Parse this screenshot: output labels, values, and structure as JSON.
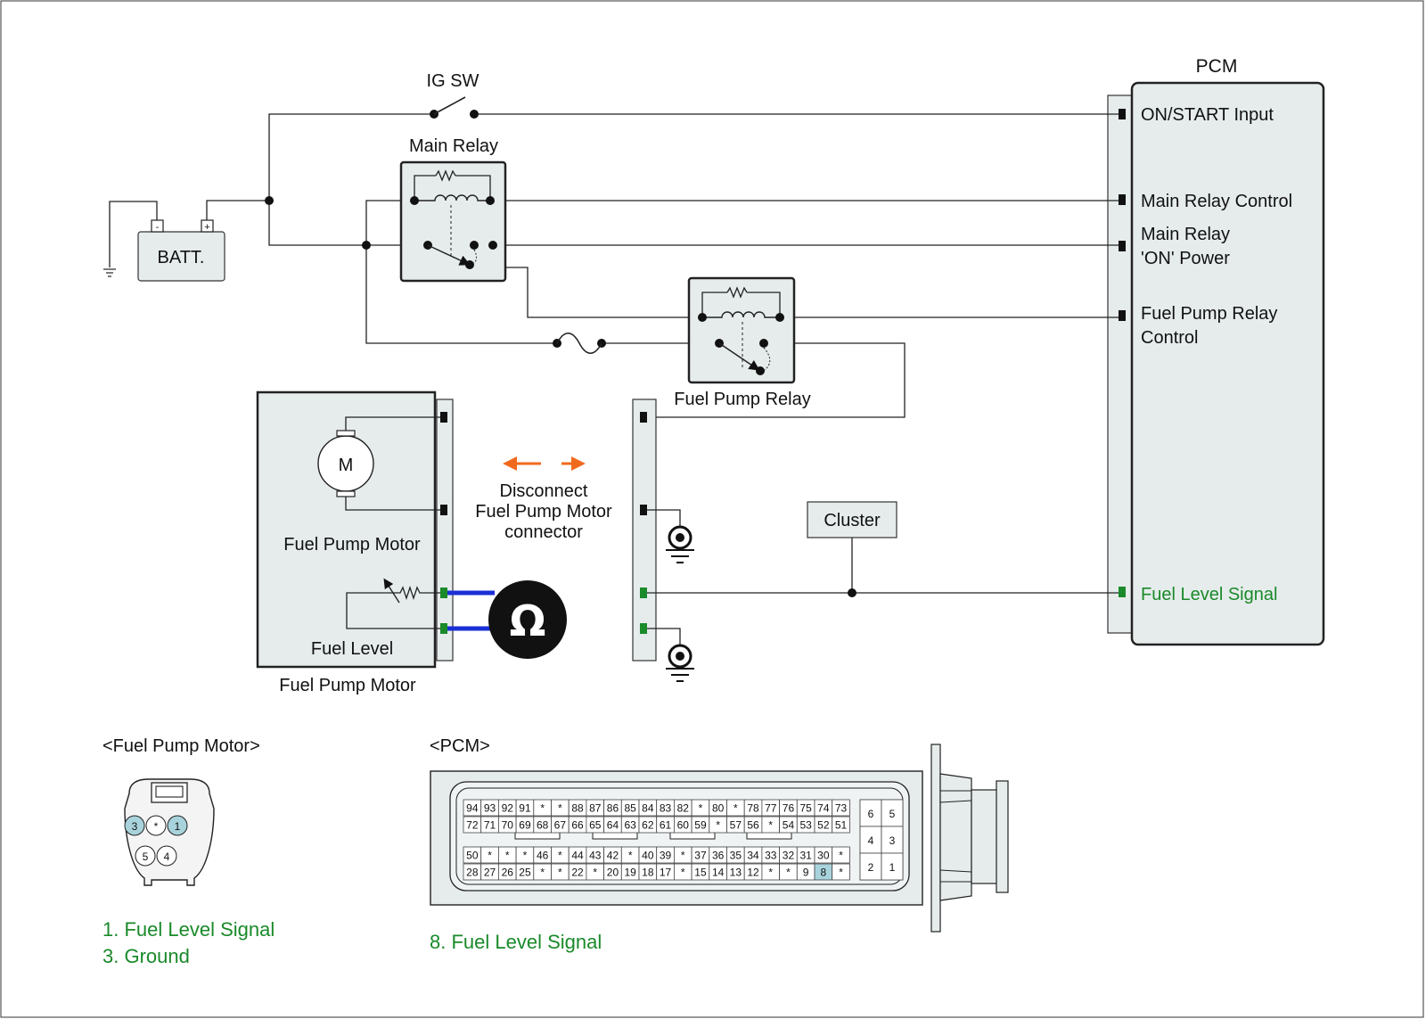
{
  "labels": {
    "ig_sw": "IG SW",
    "pcm": "PCM",
    "main_relay": "Main Relay",
    "battery": "BATT.",
    "batt_minus": "-",
    "batt_plus": "+",
    "fuel_pump_relay": "Fuel Pump Relay",
    "motor_symbol": "M",
    "fuel_pump_motor_inner": "Fuel Pump Motor",
    "fuel_level_inner": "Fuel Level",
    "fuel_pump_motor_caption": "Fuel Pump Motor",
    "disconnect_line1": "Disconnect",
    "disconnect_line2": "Fuel Pump Motor",
    "disconnect_line3": "connector",
    "cluster": "Cluster",
    "ohm_symbol": "Ω"
  },
  "pcm_pins": {
    "on_start_input": "ON/START Input",
    "main_relay_control": "Main Relay Control",
    "main_relay_on_power_1": "Main Relay",
    "main_relay_on_power_2": "'ON' Power",
    "fuel_pump_relay_control_1": "Fuel Pump Relay",
    "fuel_pump_relay_control_2": "Control",
    "fuel_level_signal": "Fuel Level Signal"
  },
  "connectors": {
    "fpm_title": "<Fuel Pump Motor>",
    "fpm_pins": [
      "3",
      "*",
      "1",
      "5",
      "4"
    ],
    "fpm_note_1": "1. Fuel Level Signal",
    "fpm_note_2": "3. Ground",
    "pcm_title": "<PCM>",
    "pcm_note": "8. Fuel Level Signal",
    "pcm_row1": [
      "94",
      "93",
      "92",
      "91",
      "*",
      "*",
      "88",
      "87",
      "86",
      "85",
      "84",
      "83",
      "82",
      "*",
      "80",
      "*",
      "78",
      "77",
      "76",
      "75",
      "74",
      "73"
    ],
    "pcm_row2": [
      "72",
      "71",
      "70",
      "69",
      "68",
      "67",
      "66",
      "65",
      "64",
      "63",
      "62",
      "61",
      "60",
      "59",
      "*",
      "57",
      "56",
      "*",
      "54",
      "53",
      "52",
      "51"
    ],
    "pcm_row3": [
      "50",
      "*",
      "*",
      "*",
      "46",
      "*",
      "44",
      "43",
      "42",
      "*",
      "40",
      "39",
      "*",
      "37",
      "36",
      "35",
      "34",
      "33",
      "32",
      "31",
      "30",
      "*"
    ],
    "pcm_row4": [
      "28",
      "27",
      "26",
      "25",
      "*",
      "*",
      "22",
      "*",
      "20",
      "19",
      "18",
      "17",
      "*",
      "15",
      "14",
      "13",
      "12",
      "*",
      "*",
      "9",
      "8",
      "*"
    ],
    "pcm_highlight": "8",
    "pcm_small": [
      [
        "6",
        "5"
      ],
      [
        "4",
        "3"
      ],
      [
        "2",
        "1"
      ]
    ]
  },
  "colors": {
    "accent_green": "#1a8a2a",
    "arrow_orange": "#f06a1e",
    "probe_blue": "#1a2fd6",
    "component_fill": "#e6ecec",
    "pin_highlight": "#a9d3dc"
  }
}
